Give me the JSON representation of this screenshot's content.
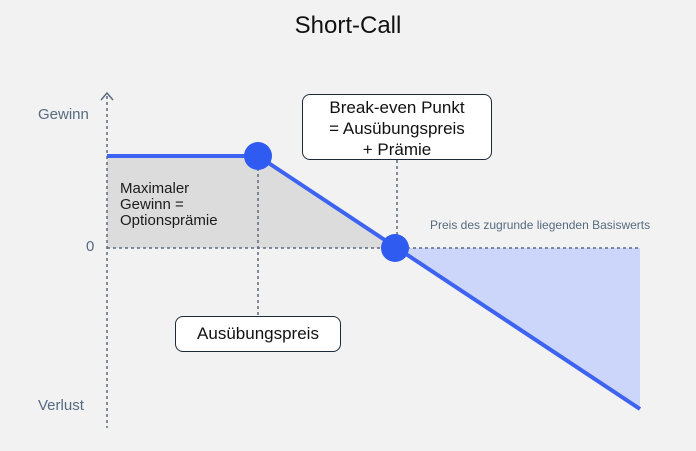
{
  "title": "Short-Call",
  "axis": {
    "top_label": "Gewinn",
    "zero_label": "0",
    "bottom_label": "Verlust",
    "x_caption": "Preis des zugrunde liegenden Basiswerts"
  },
  "profit_area": {
    "lines": [
      "Maximaler",
      "Gewinn =",
      "Optionsprämie"
    ]
  },
  "callouts": {
    "strike": {
      "label": "Ausübungspreis"
    },
    "break_even": {
      "lines": [
        "Break-even Punkt",
        "= Ausübungspreis",
        "+ Prämie"
      ]
    }
  },
  "colors": {
    "payoff_line": "#3d63f0",
    "profit_fill": "#dcdcdc",
    "loss_fill": "#ccd6fb",
    "axis": "#5b6b7c",
    "background": "#f2f2f2",
    "point": "#2f5bf0"
  }
}
